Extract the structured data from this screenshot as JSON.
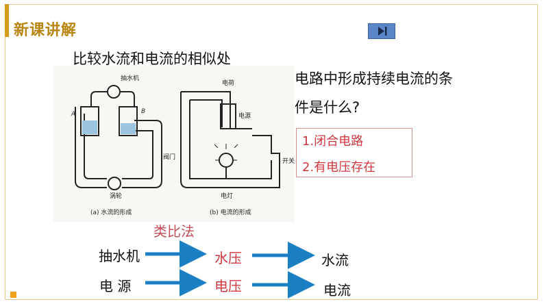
{
  "slide": {
    "title": "新课讲解",
    "subtitle": "比较水流和电流的相似处",
    "question": "电路中形成持续电流的条件是什么?",
    "answers": [
      "1.闭合电路",
      "2.有电压存在"
    ],
    "method": "类比法"
  },
  "diagram": {
    "water": {
      "pump_label": "抽水机",
      "a_label": "A",
      "b_label": "B",
      "valve_label": "阀门",
      "turbine_label": "涡轮",
      "caption": "(a) 水流的形成"
    },
    "electric": {
      "charge_label": "电荷",
      "source_label": "电源",
      "switch_label": "开关",
      "lamp_label": "电灯",
      "caption": "(b) 电流的形成"
    }
  },
  "analogy": {
    "rows": [
      {
        "left": "抽水机",
        "middle": "水压",
        "right": "水流"
      },
      {
        "left": "电  源",
        "middle": "电压",
        "right": "电流"
      }
    ]
  },
  "colors": {
    "accent": "#d59b1c",
    "red": "#d0383f",
    "arrow": "#1b7fc4",
    "button": "#5b86c8"
  }
}
